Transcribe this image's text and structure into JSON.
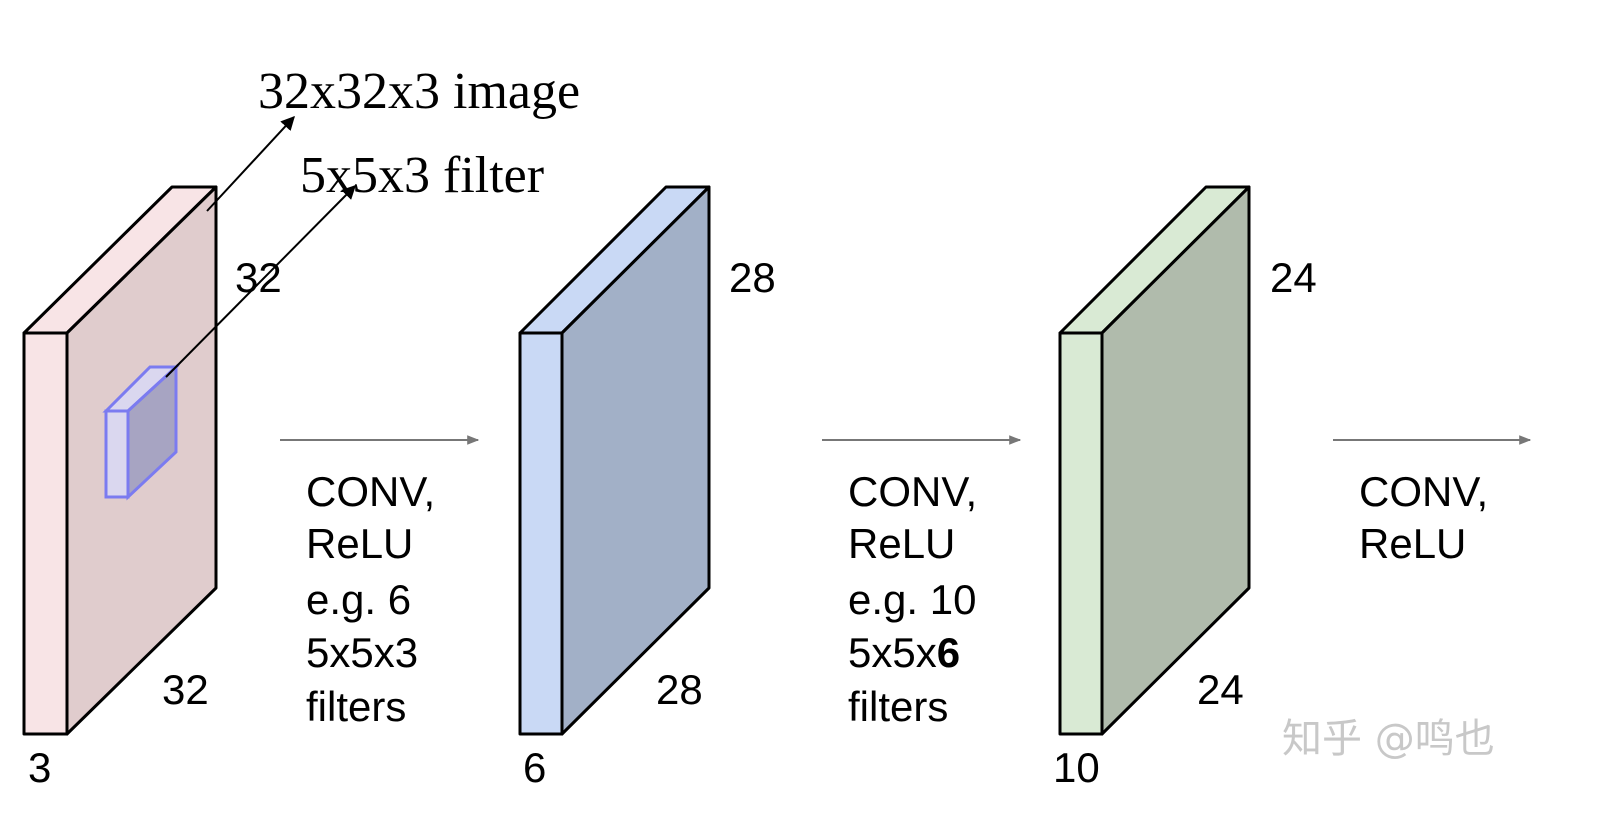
{
  "annotations": {
    "image_label": "32x32x3 image",
    "filter_label": "5x5x3 filter"
  },
  "volumes": [
    {
      "height_label": "32",
      "width_label": "32",
      "depth_label": "3",
      "front_color": "#f8e4e6",
      "side_color": "#e0cccd",
      "top_color": "#f8e4e6"
    },
    {
      "height_label": "28",
      "width_label": "28",
      "depth_label": "6",
      "front_color": "#c9d9f5",
      "side_color": "#a2b0c7",
      "top_color": "#c9d9f5"
    },
    {
      "height_label": "24",
      "width_label": "24",
      "depth_label": "10",
      "front_color": "#d9ead4",
      "side_color": "#b0bbac",
      "top_color": "#d9ead4"
    }
  ],
  "filter_patch": {
    "front_color": "#d8d8f5",
    "side_color": "#9c9cbf",
    "stroke_color": "#7b7bf0"
  },
  "operations": [
    {
      "line1": "CONV,",
      "line2": "ReLU",
      "detail1": "e.g. 6",
      "detail2_prefix": "5x5x3",
      "detail2_bold": "",
      "detail3": "filters",
      "detail_color": "#2323f0"
    },
    {
      "line1": "CONV,",
      "line2": "ReLU",
      "detail1": "e.g. 10",
      "detail2_prefix": "5x5x",
      "detail2_bold": "6",
      "detail3": "filters",
      "detail_color": "#3f7a2a"
    },
    {
      "line1": "CONV,",
      "line2": "ReLU"
    }
  ],
  "arrow_color": "#777777",
  "watermark": {
    "text": "知乎 @鸣也"
  }
}
